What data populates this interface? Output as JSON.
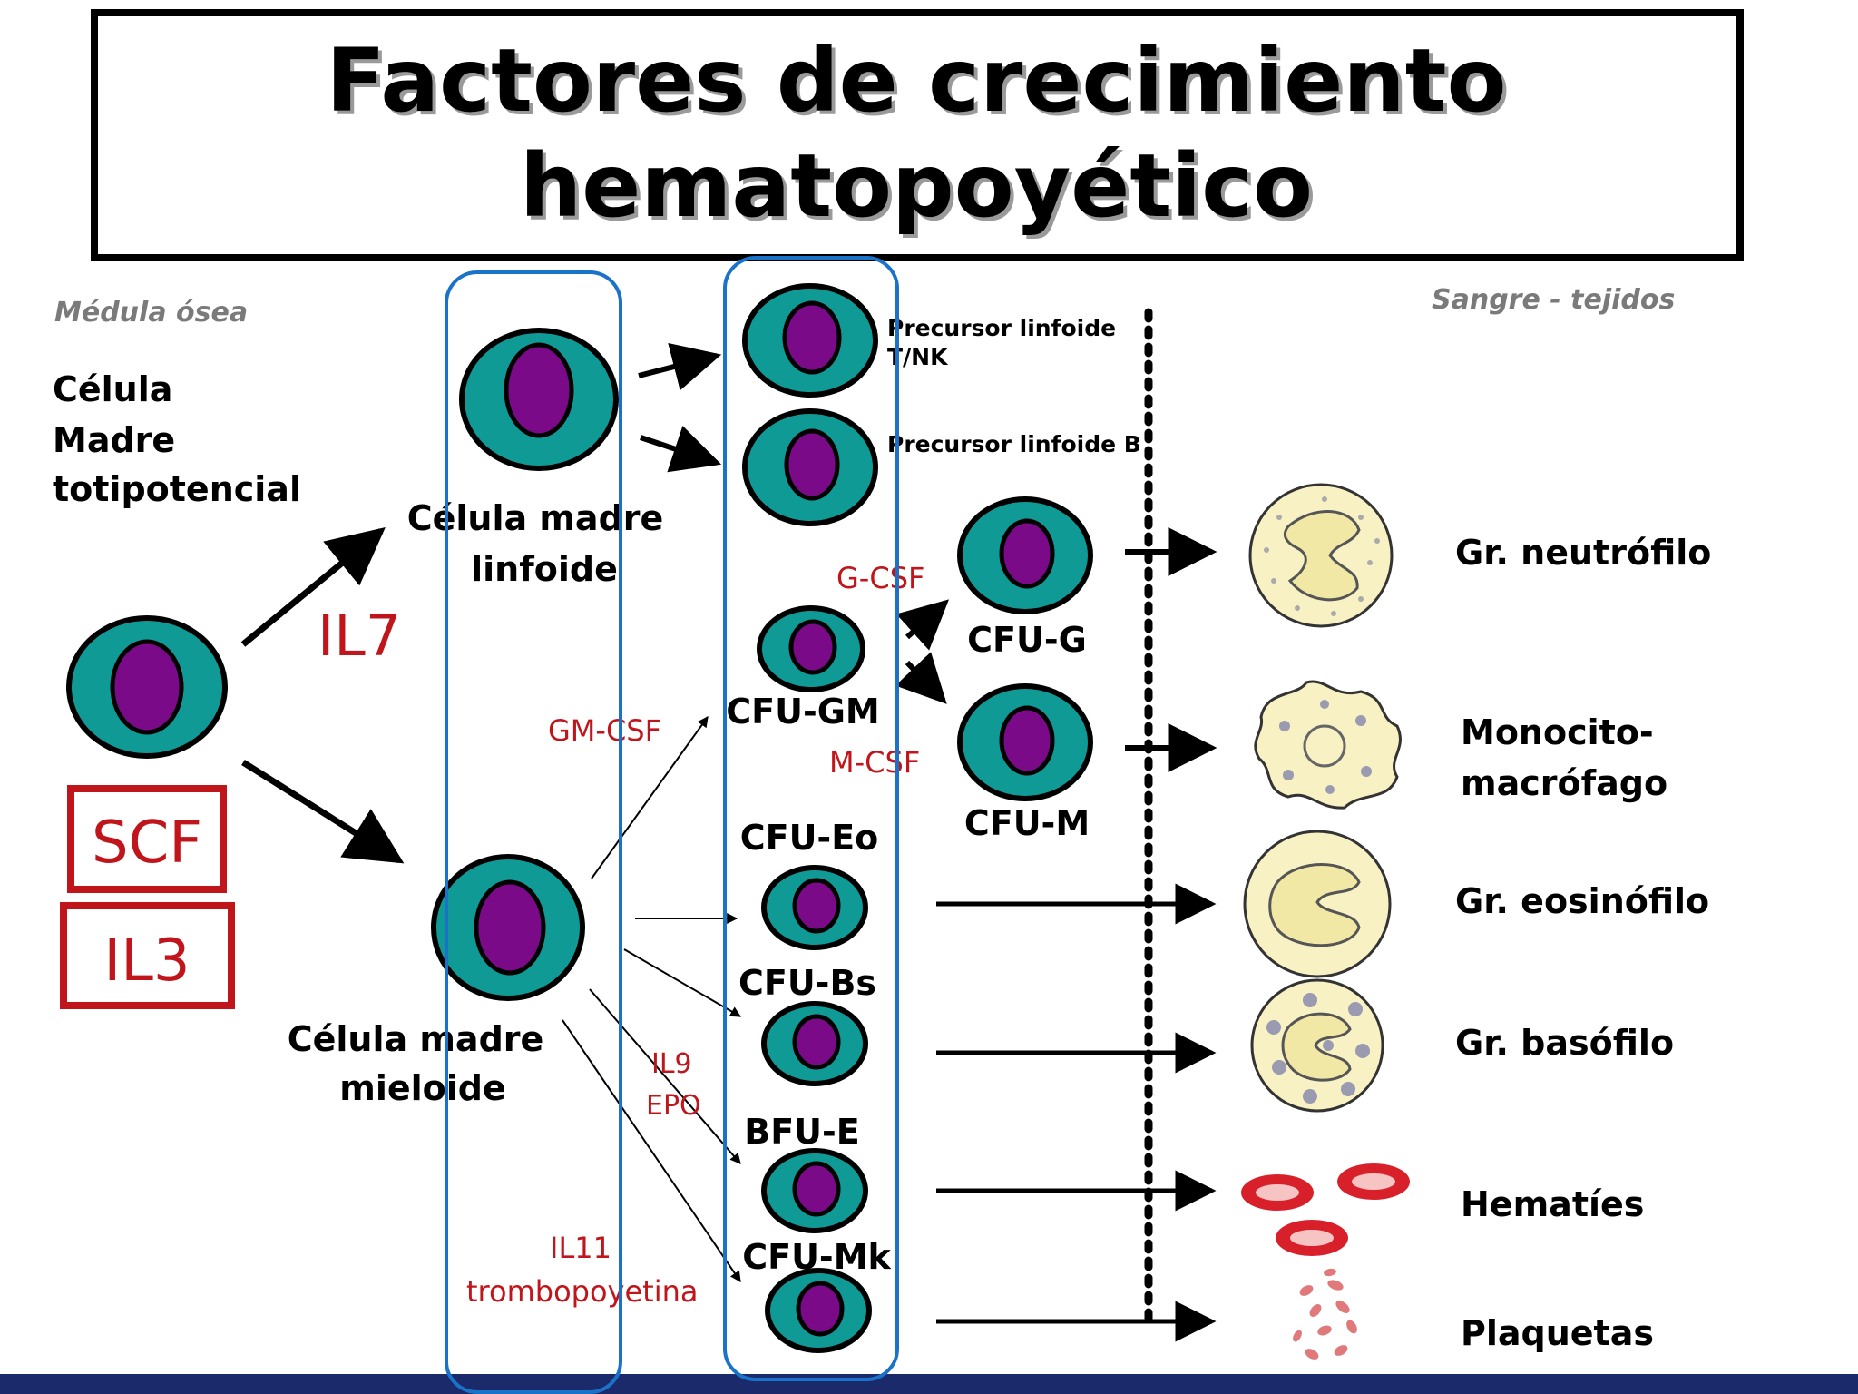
{
  "title": {
    "line1": "Factores de crecimiento",
    "line2": "hematopoyético"
  },
  "regions": {
    "left": "Médula ósea",
    "right": "Sangre - tejidos"
  },
  "stem_cell": {
    "label_line1": "Célula",
    "label_line2": "Madre",
    "label_line3": "totipotencial"
  },
  "factors": {
    "scf": "SCF",
    "il3": "IL3",
    "il7": "IL7",
    "g_csf": "G-CSF",
    "gm_csf": "GM-CSF",
    "m_csf": "M-CSF",
    "il9": "IL9",
    "epo": "EPO",
    "il11": "IL11",
    "trombopoyetina": "trombopoyetina"
  },
  "progenitors": {
    "lymphoid_line1": "Célula madre",
    "lymphoid_line2": "linfoide",
    "myeloid_line1": "Célula madre",
    "myeloid_line2": "mieloide"
  },
  "precursors": {
    "tnk_line1": "Precursor linfoide",
    "tnk_line2": "T/NK",
    "b": "Precursor linfoide B",
    "cfu_gm": "CFU-GM",
    "cfu_g": "CFU-G",
    "cfu_m": "CFU-M",
    "cfu_eo": "CFU-Eo",
    "cfu_bs": "CFU-Bs",
    "bfu_e": "BFU-E",
    "cfu_mk": "CFU-Mk"
  },
  "mature": {
    "neutrofilo": "Gr. neutrófilo",
    "monocito_line1": "Monocito-",
    "monocito_line2": "macrófago",
    "eosinofilo": "Gr. eosinófilo",
    "basofilo": "Gr. basófilo",
    "hematies": "Hematíes",
    "plaquetas": "Plaquetas"
  },
  "colors": {
    "cell_cytoplasm": "#0f9a96",
    "cell_nucleus": "#7a0a88",
    "factor_text": "#c0161b",
    "box_border": "#c0161b",
    "highlight_frame": "#1a73c8",
    "granulocyte_fill": "#f7f1c4",
    "rbc": "#d8202a",
    "footer_bar": "#1b2a6b"
  }
}
